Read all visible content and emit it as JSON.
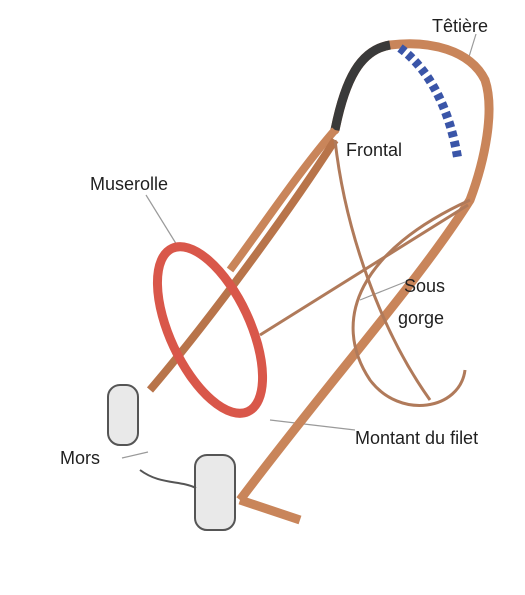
{
  "labels": {
    "tetiere": "Têtière",
    "frontal": "Frontal",
    "muserolle": "Muserolle",
    "sous_gorge_1": "Sous",
    "sous_gorge_2": "gorge",
    "mors": "Mors",
    "montant": "Montant du filet"
  },
  "colors": {
    "leather": "#c9855a",
    "leather_dark": "#9c5a33",
    "noseband": "#d9574a",
    "browband_blue": "#3a55a8",
    "metal": "#e9e9e9",
    "leader_line": "#9a9a9a"
  }
}
